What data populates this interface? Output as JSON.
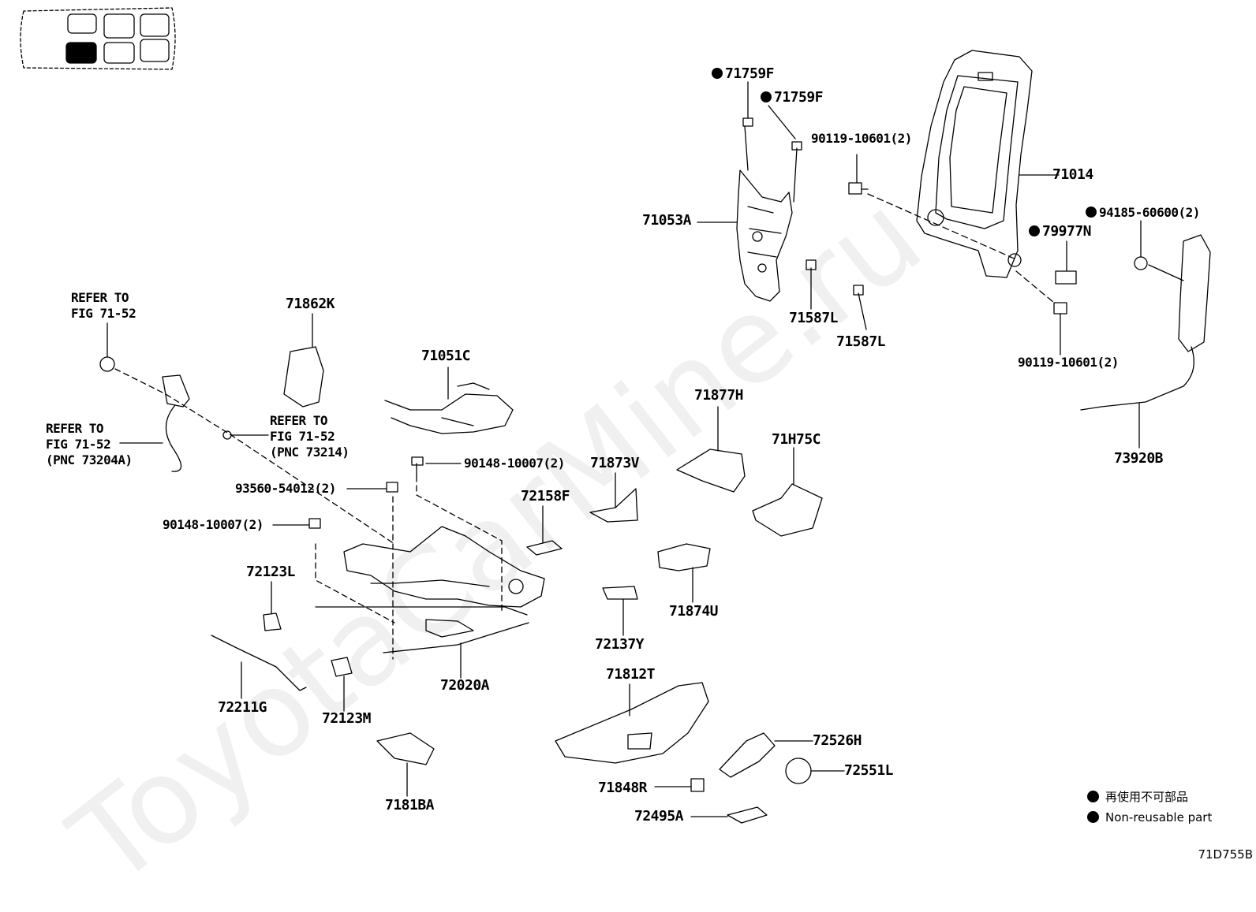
{
  "watermark": "ToyotaCarMine.ru",
  "drawing_code": "71D755B",
  "legend": [
    {
      "label": "再使用不可部品"
    },
    {
      "label": "Non-reusable part"
    }
  ],
  "labels": {
    "p71759f_a": "71759F",
    "p71759f_b": "71759F",
    "p90119_top": "90119-10601(2)",
    "p71014": "71014",
    "p71053a": "71053A",
    "p94185": "94185-60600(2)",
    "p79977n": "79977N",
    "p71587l_a": "71587L",
    "p71587l_b": "71587L",
    "p90119_bot": "90119-10601(2)",
    "refer1_l1": "REFER TO",
    "refer1_l2": "FIG 71-52",
    "p71862k": "71862K",
    "p71051c": "71051C",
    "refer2_l1": "REFER TO",
    "refer2_l2": "FIG 71-52",
    "refer2_l3": "(PNC 73204A)",
    "refer3_l1": "REFER TO",
    "refer3_l2": "FIG 71-52",
    "refer3_l3": "(PNC 73214)",
    "p90148_top": "90148-10007(2)",
    "p93560": "93560-54012(2)",
    "p90148_left": "90148-10007(2)",
    "p71877h": "71877H",
    "p71h75c": "71H75C",
    "p73920b": "73920B",
    "p71873v": "71873V",
    "p72158f": "72158F",
    "p72123l": "72123L",
    "p71874u": "71874U",
    "p72137y": "72137Y",
    "p72211g": "72211G",
    "p72123m": "72123M",
    "p72020a": "72020A",
    "p71812t": "71812T",
    "p72526h": "72526H",
    "p72551l": "72551L",
    "p71848r": "71848R",
    "p7181ba": "7181BA",
    "p72495a": "72495A"
  }
}
